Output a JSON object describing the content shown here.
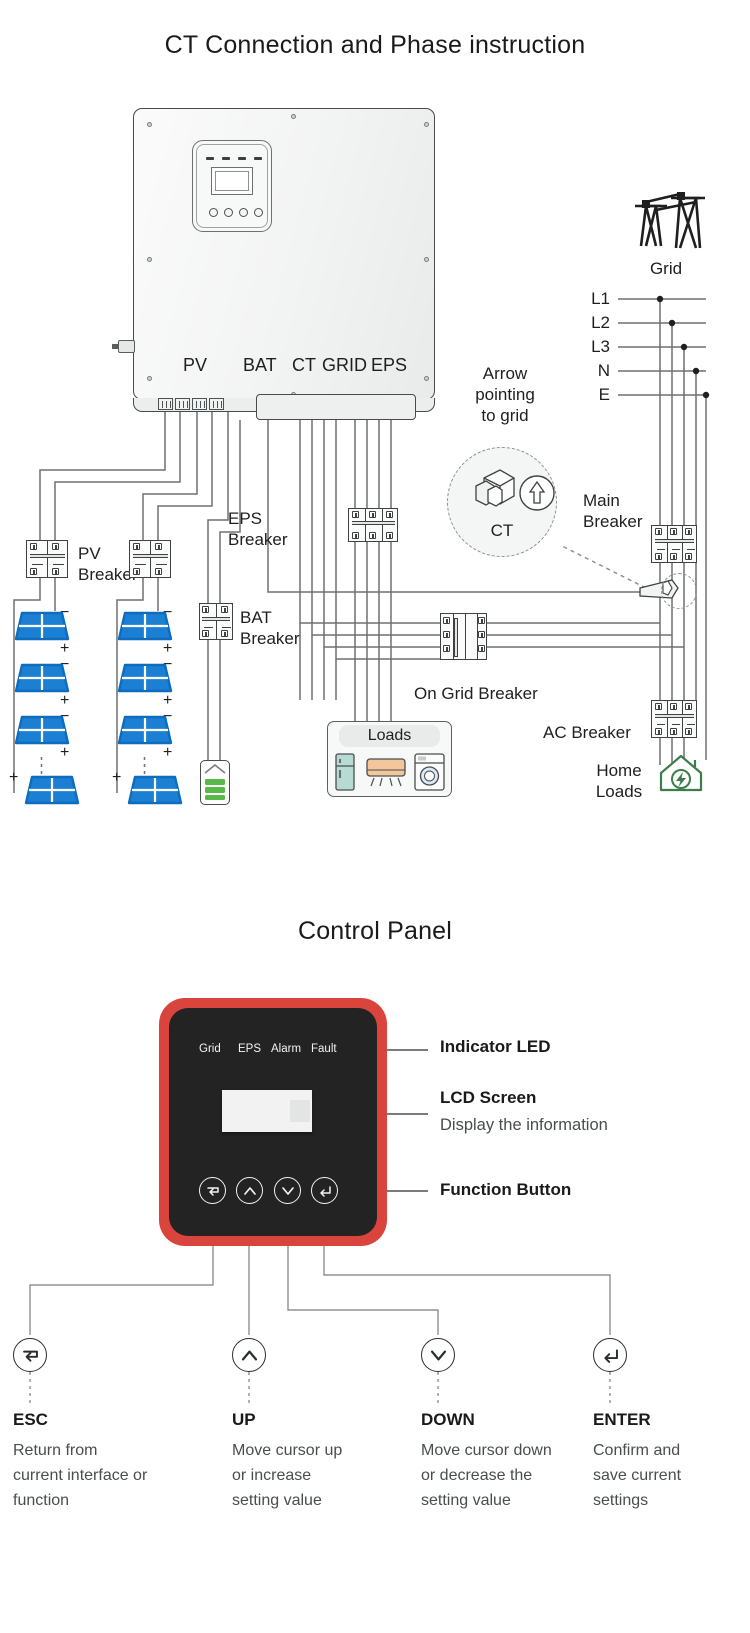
{
  "sections": {
    "ct_title": "CT Connection and Phase instruction",
    "cp_title": "Control Panel"
  },
  "diagram": {
    "inverter_ports": [
      {
        "id": "pv",
        "label": "PV"
      },
      {
        "id": "bat",
        "label": "BAT"
      },
      {
        "id": "ct",
        "label": "CT"
      },
      {
        "id": "grid",
        "label": "GRID"
      },
      {
        "id": "eps",
        "label": "EPS"
      }
    ],
    "grid": {
      "label": "Grid",
      "icon": "transmission-tower-icon",
      "phases": [
        "L1",
        "L2",
        "L3",
        "N",
        "E"
      ]
    },
    "ct_callout": {
      "note": "Arrow\npointing\nto grid",
      "label": "CT",
      "arrow_icon": "arrow-up-icon"
    },
    "breakers": [
      {
        "id": "pv",
        "label": "PV\nBreaker"
      },
      {
        "id": "eps",
        "label": "EPS\nBreaker"
      },
      {
        "id": "bat",
        "label": "BAT\nBreaker"
      },
      {
        "id": "ongrid",
        "label": "On Grid Breaker"
      },
      {
        "id": "main",
        "label": "Main\nBreaker"
      },
      {
        "id": "ac",
        "label": "AC Breaker"
      }
    ],
    "loads": {
      "label": "Loads",
      "appliances": [
        "refrigerator-icon",
        "air-conditioner-icon",
        "washing-machine-icon"
      ]
    },
    "home_loads": {
      "label": "Home\nLoads",
      "icon": "house-power-icon"
    },
    "pv_strings": {
      "count": 2,
      "panels_per_string": 4,
      "polarity_top": "-",
      "polarity_bottom": "+"
    },
    "battery": {
      "icon": "battery-icon"
    }
  },
  "control_panel": {
    "leds": [
      "Grid",
      "EPS",
      "Alarm",
      "Fault"
    ],
    "callouts": [
      {
        "id": "indicator-led",
        "title": "Indicator LED",
        "subtitle": ""
      },
      {
        "id": "lcd-screen",
        "title": "LCD Screen",
        "subtitle": "Display the information"
      },
      {
        "id": "function-button",
        "title": "Function Button",
        "subtitle": ""
      }
    ],
    "buttons": [
      {
        "id": "esc",
        "icon": "esc-return-icon",
        "title": "ESC",
        "desc": "Return from\ncurrent interface or\nfunction"
      },
      {
        "id": "up",
        "icon": "chevron-up-icon",
        "title": "UP",
        "desc": "Move cursor up\nor increase\nsetting value"
      },
      {
        "id": "down",
        "icon": "chevron-down-icon",
        "title": "DOWN",
        "desc": "Move cursor down\nor decrease the\nsetting value"
      },
      {
        "id": "enter",
        "icon": "enter-arrow-icon",
        "title": "ENTER",
        "desc": "Confirm and\nsave current\nsettings"
      }
    ]
  },
  "colors": {
    "panel_red": "#d9453c",
    "panel_dark": "#232323",
    "pv_blue": "#1b7fd4",
    "wire": "#6e7171"
  }
}
